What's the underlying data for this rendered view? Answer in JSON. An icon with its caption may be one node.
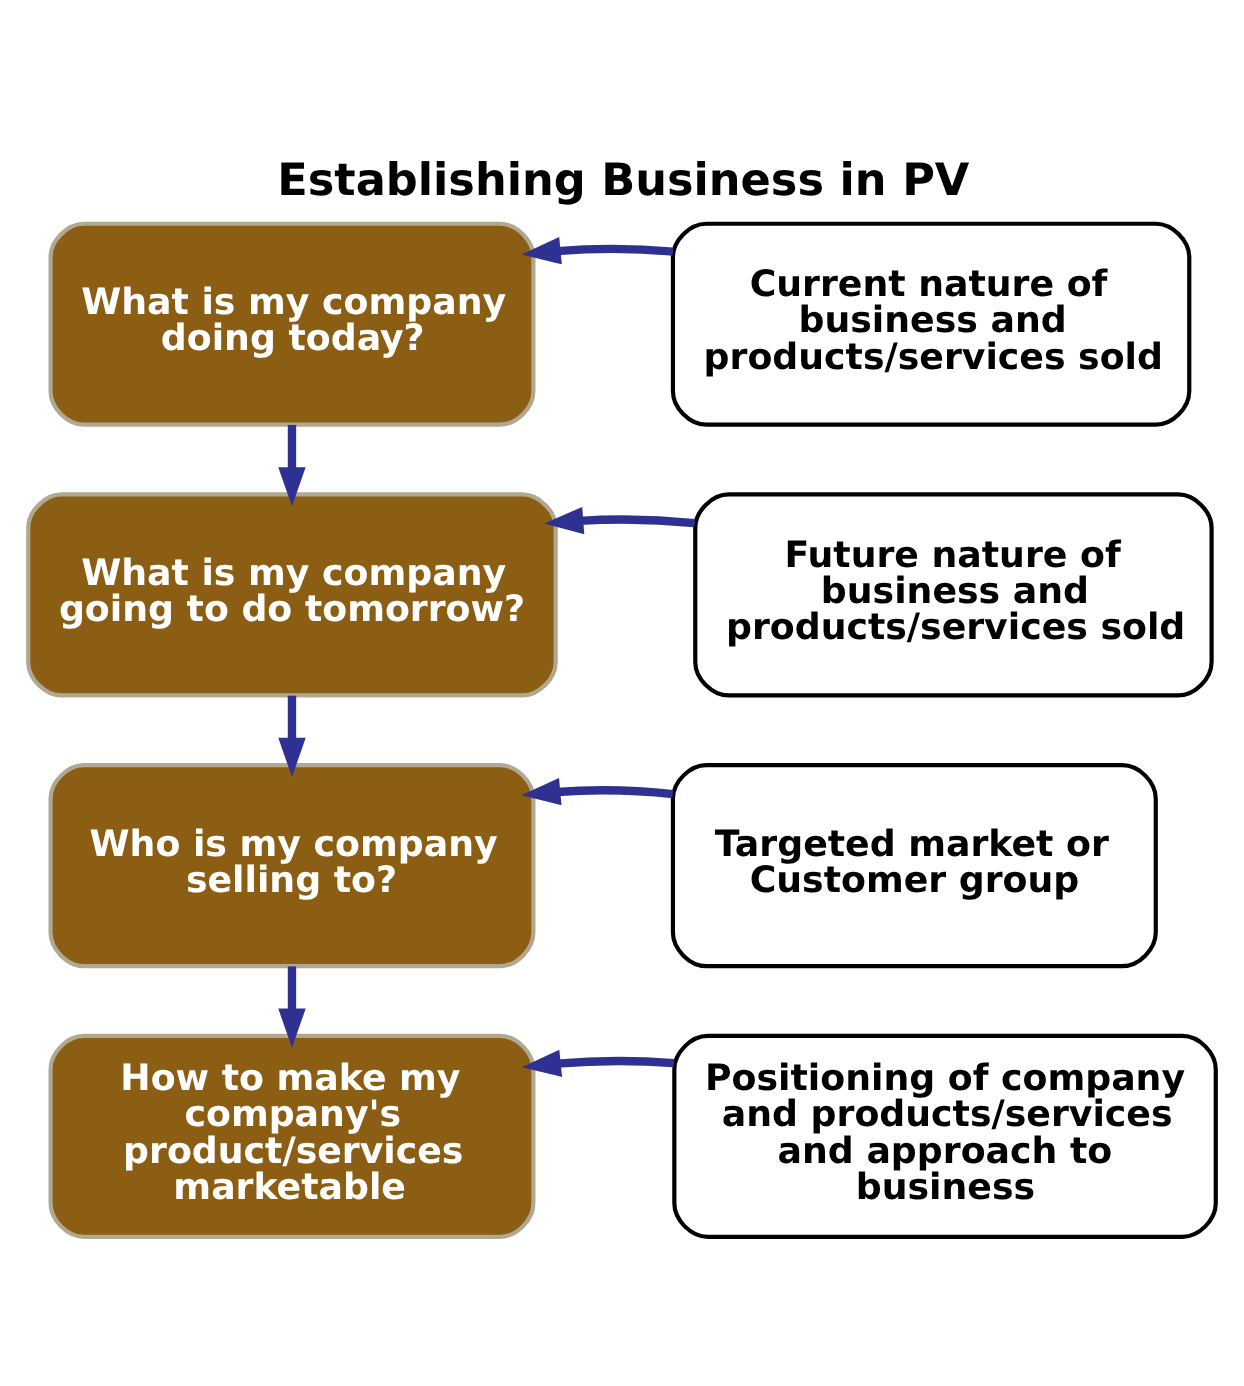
{
  "diagram": {
    "title": "Establishing Business in PV",
    "nodes": [
      {
        "text": [
          "What is my company doing today?"
        ]
      },
      {
        "text": [
          "What is my company going to do tomorrow?"
        ]
      },
      {
        "text": [
          "Who is my company selling to?"
        ]
      },
      {
        "text": [
          "How to make my company's product/services marketable"
        ]
      },
      {
        "text": [
          "Current nature of business and products/services sold"
        ]
      },
      {
        "text": [
          "Future nature of business and products/services sold"
        ]
      },
      {
        "text": [
          "Targeted market or Customer group"
        ]
      },
      {
        "text": [
          "Positioning of company and products/services and approach to business"
        ]
      }
    ],
    "edges": [
      {
        "from": 0,
        "to": 1,
        "arrow": "to"
      },
      {
        "from": 1,
        "to": 2,
        "arrow": "to"
      },
      {
        "from": 2,
        "to": 3,
        "arrow": "to"
      },
      {
        "from": 4,
        "to": 0,
        "arrow": "to"
      },
      {
        "from": 5,
        "to": 1,
        "arrow": "to"
      },
      {
        "from": 6,
        "to": 2,
        "arrow": "to"
      },
      {
        "from": 7,
        "to": 3,
        "arrow": "to"
      }
    ]
  }
}
